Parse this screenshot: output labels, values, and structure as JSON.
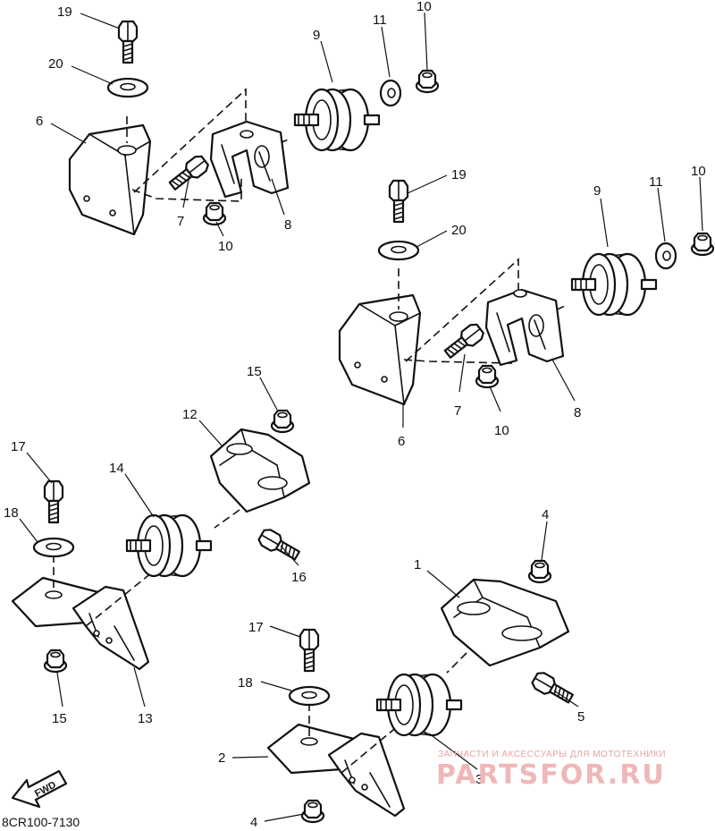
{
  "diagram": {
    "part_code": "8CR100-7130",
    "fwd_label": "FWD",
    "watermark": {
      "tagline": "ЗАПЧАСТИ И АКСЕССУАРЫ ДЛЯ МОТОТЕХНИКИ",
      "brand": "PARTSFOR.RU"
    },
    "callouts": {
      "c19a": "19",
      "c20a": "20",
      "c6a": "6",
      "c9a": "9",
      "c11a": "11",
      "c10a": "10",
      "c7a": "7",
      "c10b": "10",
      "c8a": "8",
      "c19b": "19",
      "c20b": "20",
      "c9b": "9",
      "c11b": "11",
      "c10c": "10",
      "c7b": "7",
      "c10d": "10",
      "c8b": "8",
      "c6b": "6",
      "c15a": "15",
      "c12": "12",
      "c17a": "17",
      "c14": "14",
      "c18a": "18",
      "c16": "16",
      "c15b": "15",
      "c13": "13",
      "c4a": "4",
      "c1": "1",
      "c17b": "17",
      "c18b": "18",
      "c5": "5",
      "c2": "2",
      "c3": "3",
      "c4b": "4"
    }
  }
}
